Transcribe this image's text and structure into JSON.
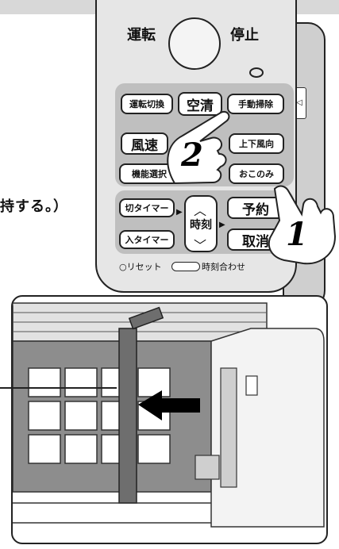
{
  "side_text": "持する。）",
  "remote": {
    "top_left_label": "運転",
    "top_right_label": "停止",
    "buttons": {
      "unten_kirikae": "運転切換",
      "kusei": "空清",
      "shudo_soji": "手動掃除",
      "fuusoku": "風速",
      "joge_fuko": "上下風向",
      "kino_sentaku": "機能選択",
      "okonomi": "おこのみ",
      "kiri_timer": "切タイマー",
      "iri_timer": "入タイマー",
      "jikoku": "時刻",
      "yoyaku": "予約",
      "torikeshi": "取消"
    },
    "reset_label": "○リセット",
    "time_set_label": "時刻合わせ"
  },
  "step_numbers": [
    "1",
    "2"
  ]
}
